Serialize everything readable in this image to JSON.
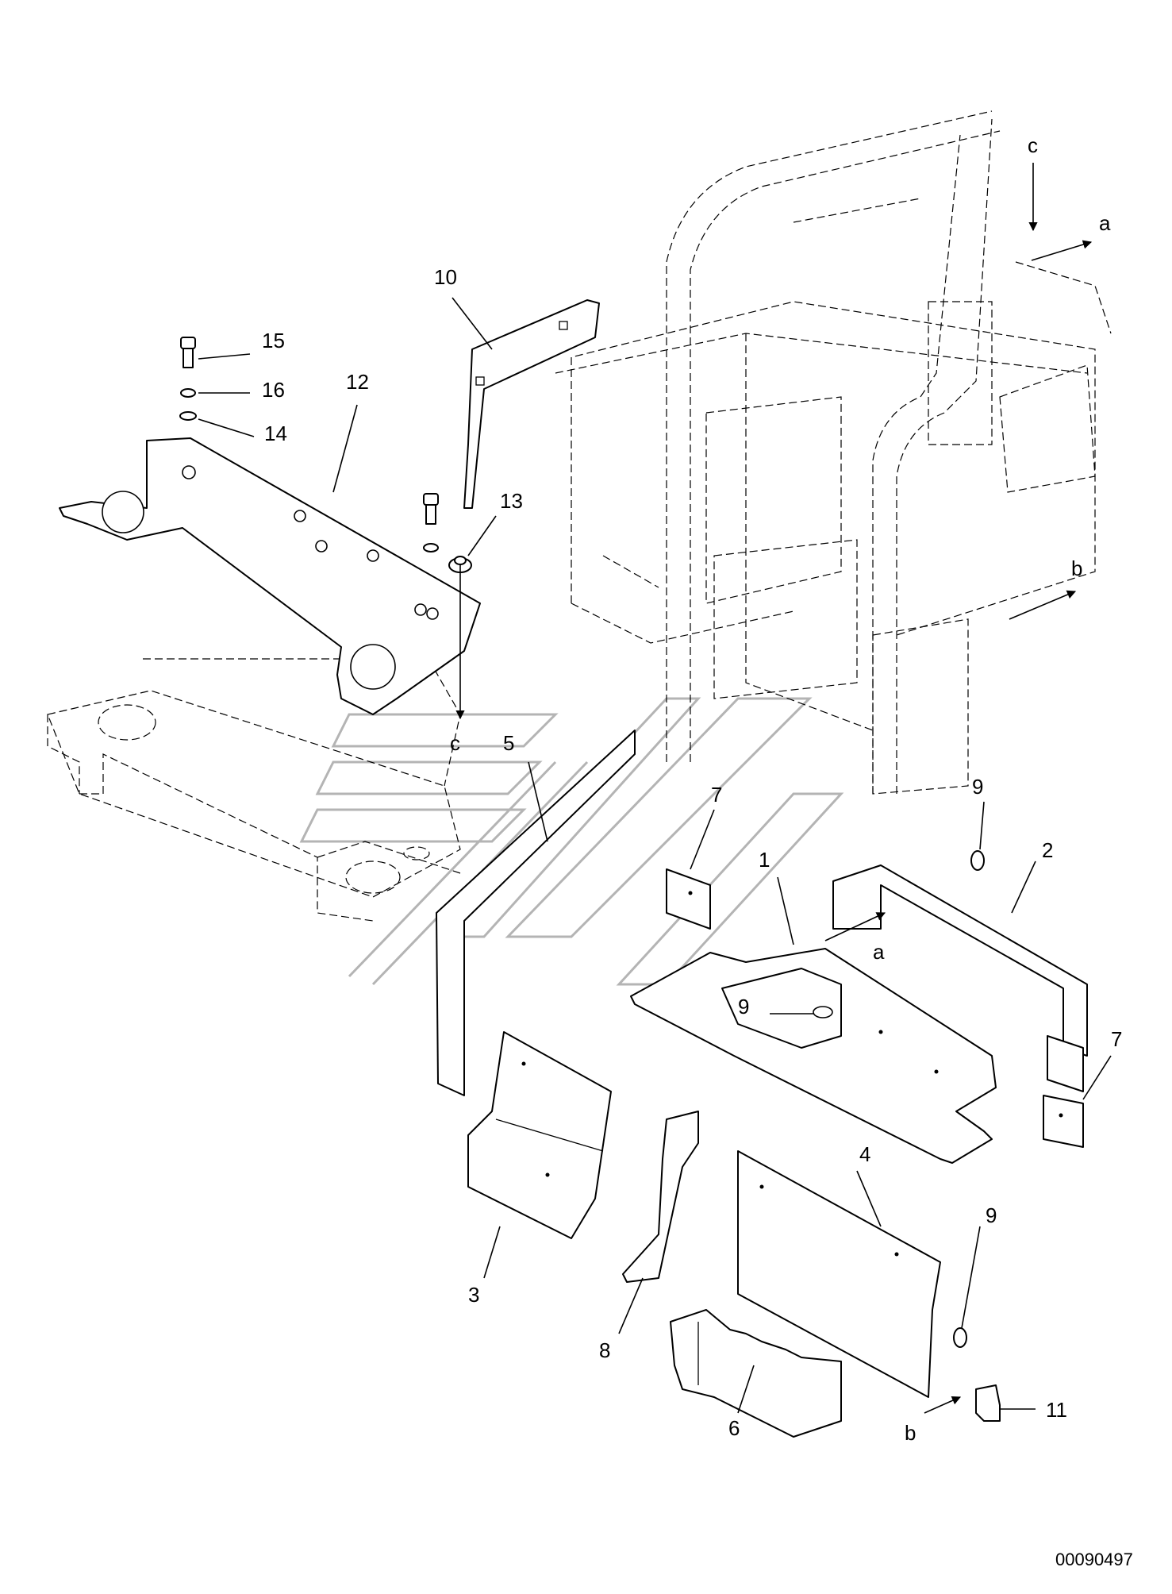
{
  "callouts": {
    "c1": "1",
    "c2": "2",
    "c3": "3",
    "c4": "4",
    "c5": "5",
    "c6": "6",
    "c7a": "7",
    "c7b": "7",
    "c8": "8",
    "c9a": "9",
    "c9b": "9",
    "c9c": "9",
    "c10": "10",
    "c11": "11",
    "c12": "12",
    "c13": "13",
    "c14": "14",
    "c15": "15",
    "c16": "16"
  },
  "refs": {
    "a_top": "a",
    "a_mid": "a",
    "b_top": "b",
    "b_bot": "b",
    "c_top": "c",
    "c_mid": "c"
  },
  "drawing_code": "00090497"
}
